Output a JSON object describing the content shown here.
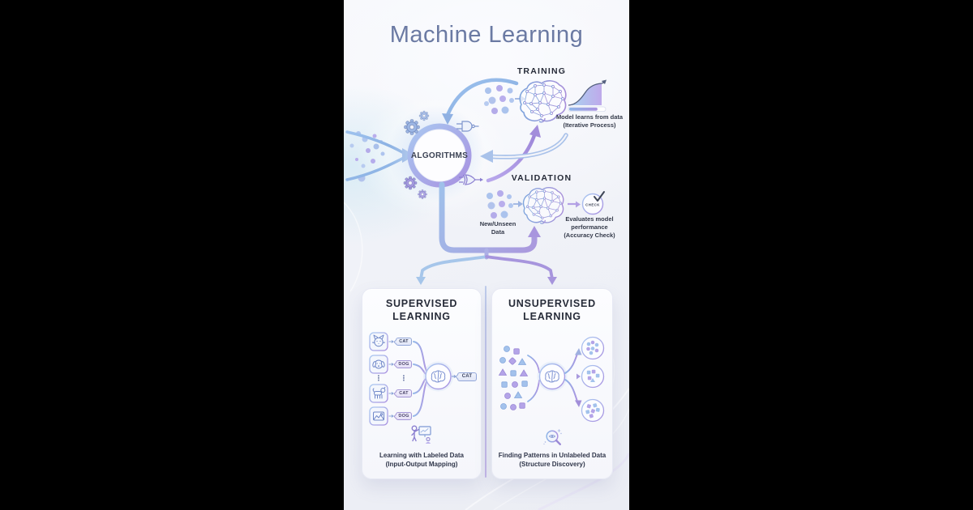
{
  "title": "Machine Learning",
  "colors": {
    "accent_blue": "#8fb0e2",
    "accent_purple": "#a795dd",
    "title_color": "#6b7aa3",
    "heading_color": "#262b38",
    "panel_background": "#f2f3f8",
    "side_bars": "#000000",
    "card_background": "#fbfcfe"
  },
  "training": {
    "label": "TRAINING",
    "caption_line1": "Model learns from data",
    "caption_line2": "(Iterative Process)"
  },
  "algorithms": {
    "label": "ALGORITHMS"
  },
  "validation": {
    "label": "VALIDATION",
    "input_line1": "New/Unseen",
    "input_line2": "Data",
    "check_label": "CHECK",
    "caption_line1": "Evaluates model",
    "caption_line2": "performance",
    "caption_line3": "(Accuracy Check)"
  },
  "supervised": {
    "title_line1": "SUPERVISED",
    "title_line2": "LEARNING",
    "row_labels": [
      "CAT",
      "DOG",
      "CAT",
      "DOG"
    ],
    "row_icons": [
      "cat-face",
      "dog-face",
      "standing-dog",
      "photo"
    ],
    "ellipsis": "⋮",
    "output_label": "CAT",
    "caption_line1": "Learning with Labeled Data",
    "caption_line2": "(Input-Output Mapping)"
  },
  "unsupervised": {
    "title_line1": "UNSUPERVISED",
    "title_line2": "LEARNING",
    "caption_line1": "Finding Patterns in Unlabeled Data",
    "caption_line2": "(Structure Discovery)"
  }
}
